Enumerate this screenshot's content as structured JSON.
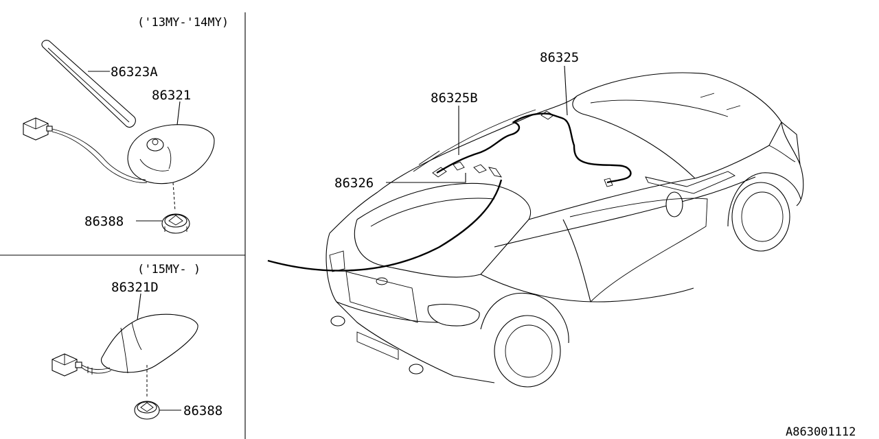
{
  "panel_top": {
    "title": "('13MY-'14MY)",
    "parts": {
      "mast": "86323A",
      "base": "86321",
      "grommet": "86388"
    }
  },
  "panel_bottom": {
    "title": "('15MY- )",
    "parts": {
      "shark_fin": "86321D",
      "grommet": "86388"
    }
  },
  "vehicle": {
    "parts": {
      "feeder_cord": "86325",
      "feeder_cord_b": "86325B",
      "clip": "86326"
    }
  },
  "diagram_id": "A863001112"
}
